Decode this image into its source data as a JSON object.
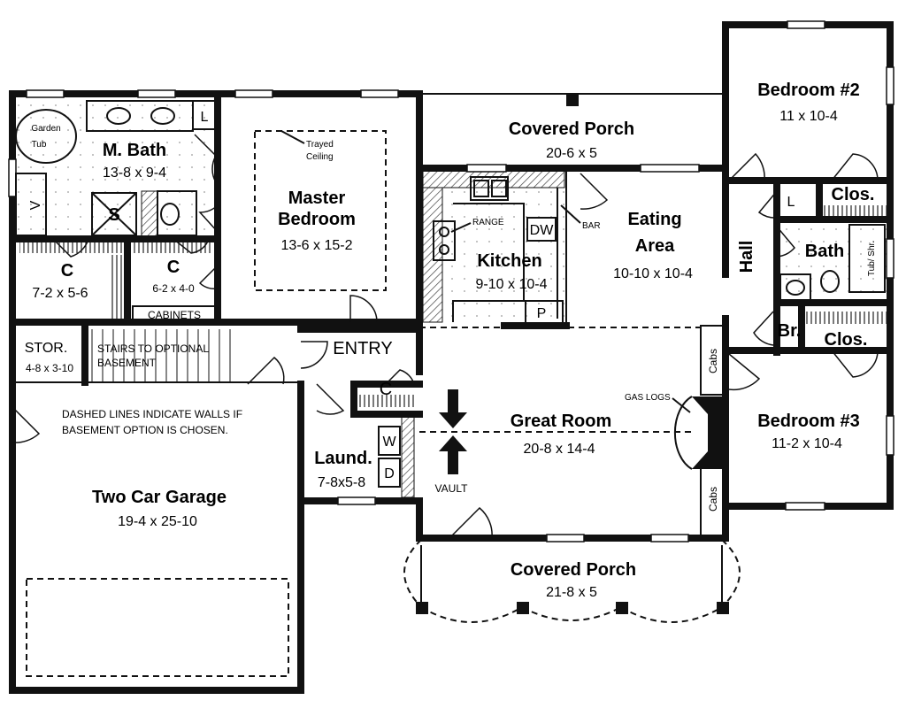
{
  "rooms": {
    "bedroom2": {
      "name": "Bedroom #2",
      "dim": "11 x 10-4"
    },
    "covered_porch_rear": {
      "name": "Covered Porch",
      "dim": "20-6 x 5"
    },
    "m_bath": {
      "name": "M. Bath",
      "dim": "13-8 x 9-4"
    },
    "master_bedroom": {
      "name1": "Master",
      "name2": "Bedroom",
      "dim": "13-6 x 15-2"
    },
    "eating_area": {
      "name1": "Eating",
      "name2": "Area",
      "dim": "10-10 x 10-4"
    },
    "kitchen": {
      "name": "Kitchen",
      "dim": "9-10 x 10-4"
    },
    "hall": {
      "name": "Hall"
    },
    "bath": {
      "name": "Bath"
    },
    "closet_top": {
      "name": "Clos."
    },
    "closet_bottom": {
      "name": "Clos."
    },
    "br": {
      "name": "Br."
    },
    "c_left": {
      "name": "C",
      "dim": "7-2 x 5-6"
    },
    "c_mid": {
      "name": "C",
      "dim": "6-2 x 4-0"
    },
    "entry": {
      "name": "ENTRY"
    },
    "stor": {
      "name": "STOR.",
      "dim": "4-8 x 3-10"
    },
    "great_room": {
      "name": "Great Room",
      "dim": "20-8 x 14-4"
    },
    "bedroom3": {
      "name": "Bedroom #3",
      "dim": "11-2 x 10-4"
    },
    "laund": {
      "name": "Laund.",
      "dim": "7-8x5-8"
    },
    "garage": {
      "name": "Two Car Garage",
      "dim": "19-4 x 25-10"
    },
    "covered_porch_front": {
      "name": "Covered Porch",
      "dim": "21-8 x 5"
    },
    "c_laund": {
      "name": "C"
    }
  },
  "labels": {
    "garden_tub_1": "Garden",
    "garden_tub_2": "Tub",
    "trayed_1": "Trayed",
    "trayed_2": "Ceiling",
    "range": "RANGE",
    "bar": "BAR",
    "dw": "DW",
    "pantry": "P",
    "laundry_l": "L",
    "linen_l": "L",
    "shower_s": "S",
    "vanity_v": "V",
    "cabinets": "CABINETS",
    "stairs_1": "STAIRS TO OPTIONAL",
    "stairs_2": "BASEMENT",
    "dashed_note_1": "DASHED LINES INDICATE WALLS IF",
    "dashed_note_2": "BASEMENT OPTION IS CHOSEN.",
    "gas_logs": "GAS LOGS",
    "vault": "VAULT",
    "cabs_top": "Cabs",
    "cabs_bottom": "Cabs",
    "tub_shr": "Tub/ Shr.",
    "washer": "W",
    "dryer": "D"
  }
}
